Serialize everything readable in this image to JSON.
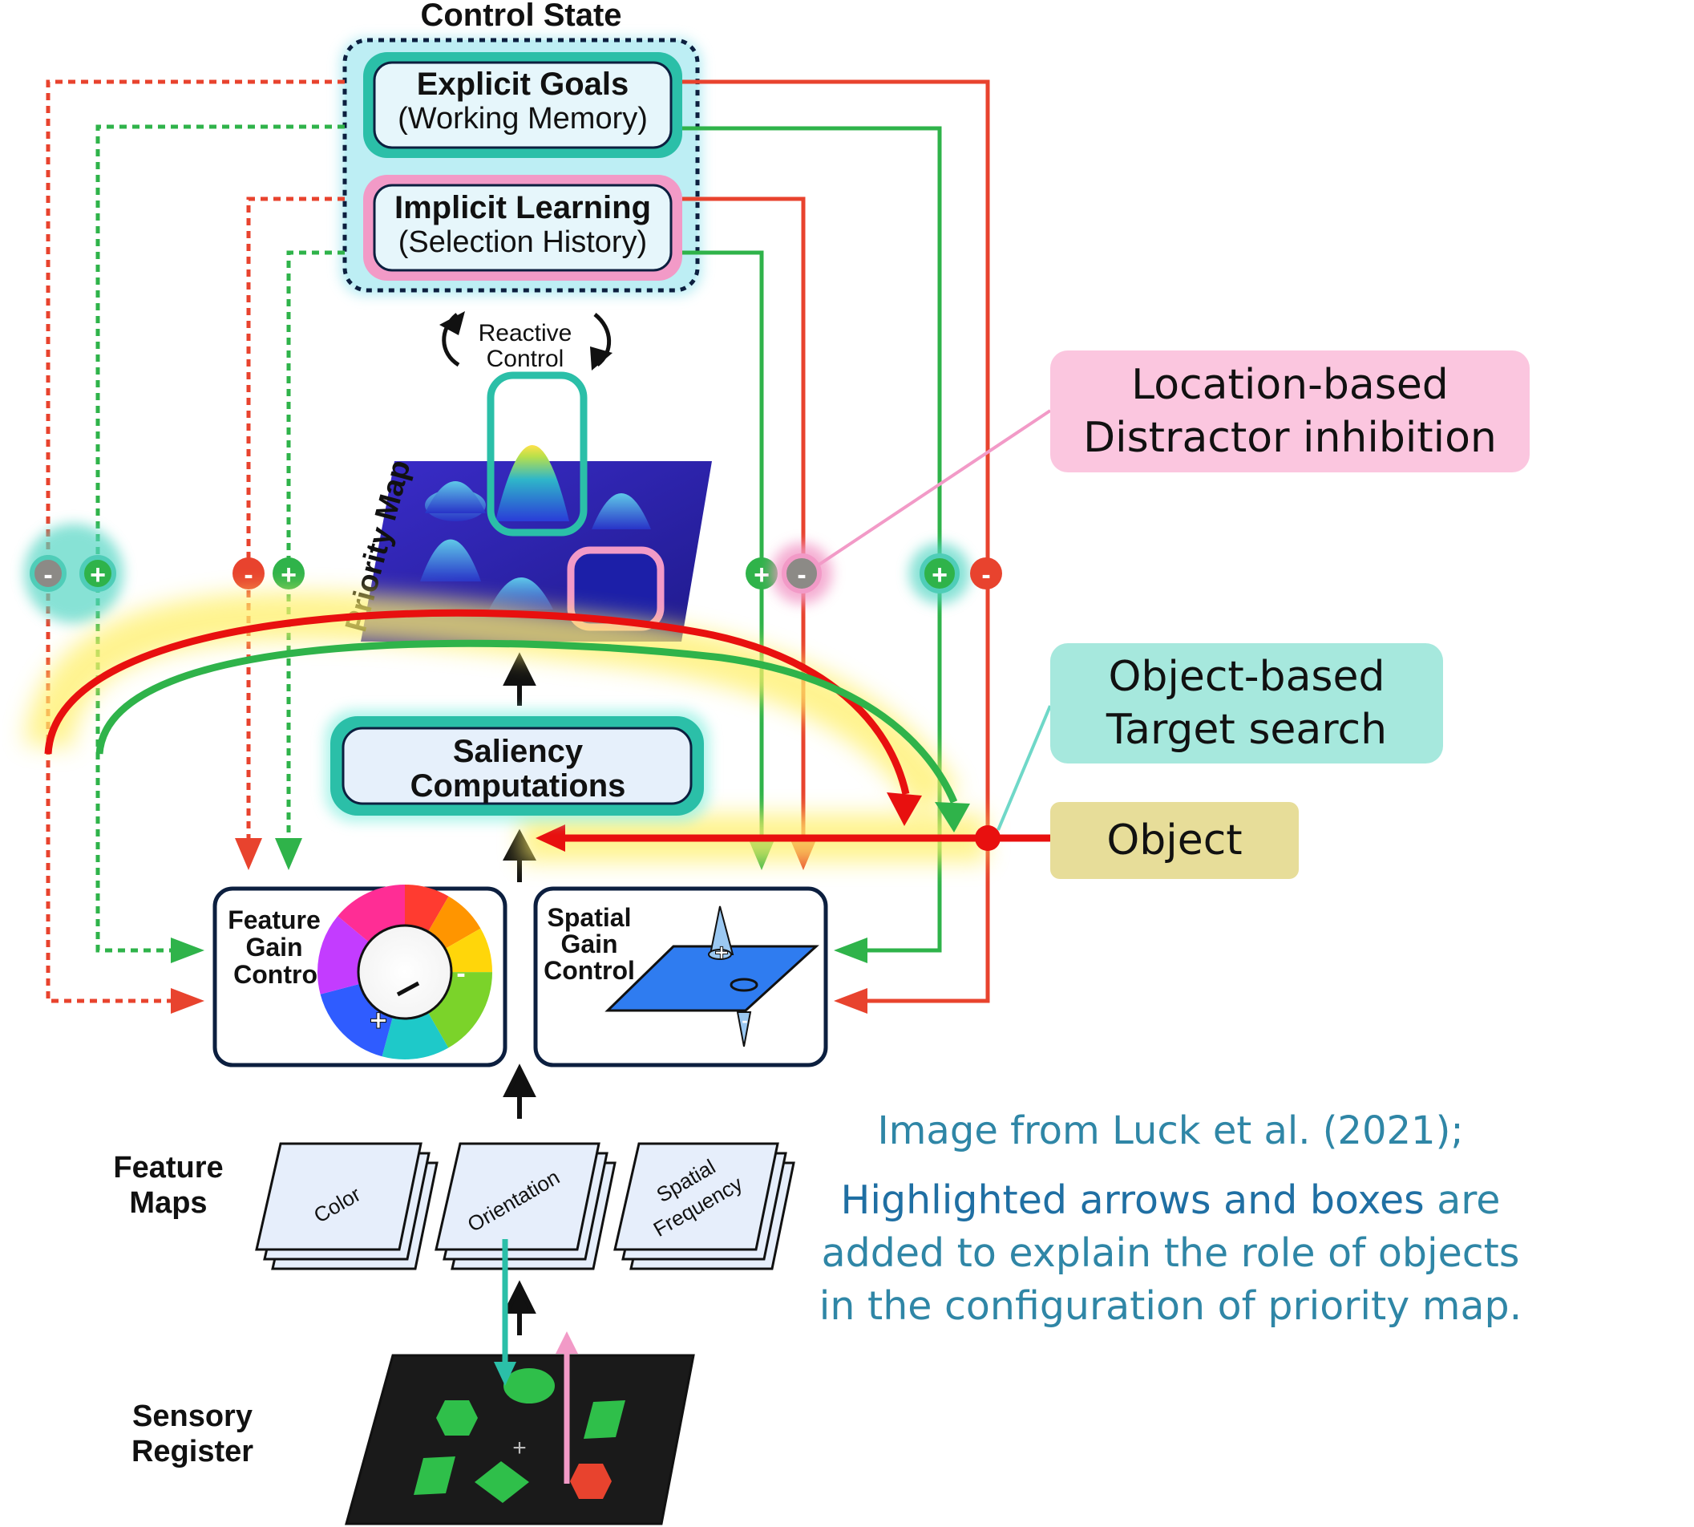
{
  "control_state": {
    "title": "Control State",
    "explicit_title": "Explicit Goals",
    "explicit_sub": "(Working Memory)",
    "implicit_title": "Implicit Learning",
    "implicit_sub": "(Selection History)"
  },
  "reactive": {
    "line1": "Reactive",
    "line2": "Control"
  },
  "priority_map": {
    "label": "Priority Map"
  },
  "saliency": {
    "line1": "Saliency",
    "line2": "Computations"
  },
  "feature_gain": {
    "line1": "Feature",
    "line2": "Gain",
    "line3": "Control"
  },
  "spatial_gain": {
    "line1": "Spatial",
    "line2": "Gain",
    "line3": "Control"
  },
  "feature_maps": {
    "label_line1": "Feature",
    "label_line2": "Maps",
    "color": "Color",
    "orientation": "Orientation",
    "spatial_line1": "Spatial",
    "spatial_line2": "Frequency"
  },
  "sensory": {
    "label_line1": "Sensory",
    "label_line2": "Register"
  },
  "signs": {
    "plus": "+",
    "minus": "-"
  },
  "annotations": {
    "location_line1": "Location-based",
    "location_line2": "Distractor inhibition",
    "object_based_line1": "Object-based",
    "object_based_line2": "Target search",
    "object": "Object"
  },
  "caption": {
    "line1": "Image from Luck et al. (2021);",
    "highlight": "Highlighted arrows and boxes",
    "rest1": " are",
    "rest2": "added to explain the role of objects",
    "rest3": "in the configuration of priority map."
  },
  "colors": {
    "red": "#e8432e",
    "green": "#2fb34a",
    "teal": "#2bbfa8",
    "pink": "#f29ac7",
    "navy": "#0c1f3f",
    "caption": "#2f86a6"
  }
}
